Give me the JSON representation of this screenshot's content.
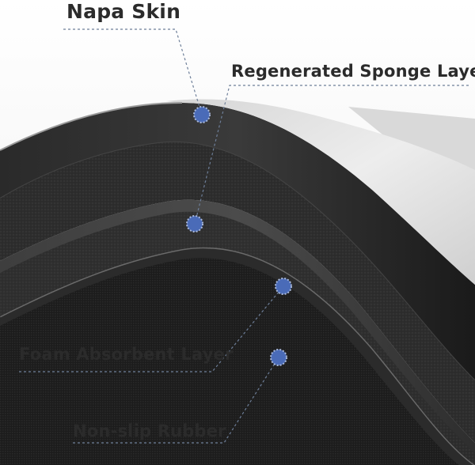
{
  "labels": {
    "napa_skin": "Napa Skin",
    "regenerated_sponge": "Regenerated Sponge Layer",
    "foam_absorbent": "Foam Absorbent Layer",
    "non_slip_rubber": "Non-slip Rubber"
  },
  "colors": {
    "callout_dot": "#4a6bb8",
    "callout_line": "#6e7f99",
    "text": "#2b2b2b"
  }
}
